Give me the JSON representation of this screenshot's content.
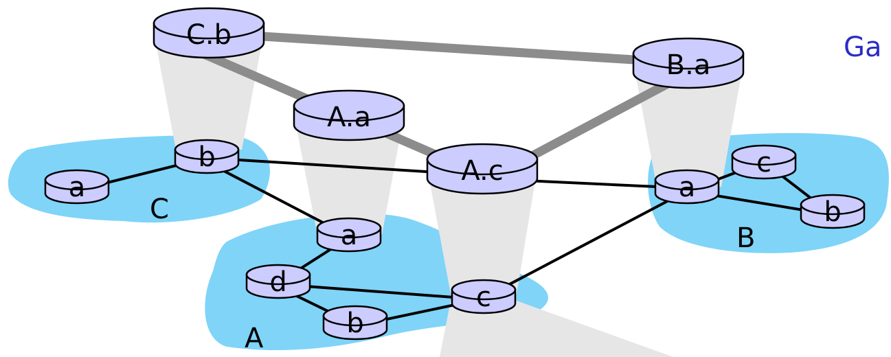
{
  "title": "Ga",
  "colors": {
    "as_fill": "#7fd4f8",
    "router_fill": "#ccccff",
    "router_stroke": "#000000",
    "cone_fill": "#e6e6e6",
    "inter_as_link": "#8c8c8c",
    "intra_link": "#000000",
    "title": "#2b2bc8"
  },
  "as_labels": {
    "A": "A",
    "B": "B",
    "C": "C"
  },
  "routers": {
    "Cb_top": "C.b",
    "Ba_top": "B.a",
    "Aa_top": "A.a",
    "Ac_top": "A.c",
    "C_a": "a",
    "C_b": "b",
    "A_a": "a",
    "A_d": "d",
    "A_b": "b",
    "A_c": "c",
    "B_a": "a",
    "B_c": "c",
    "B_b": "b"
  }
}
